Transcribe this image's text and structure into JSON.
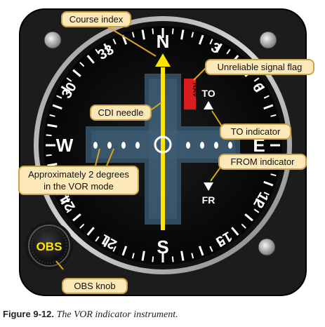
{
  "instrument": {
    "cardinal_labels": {
      "N": "N",
      "E": "E",
      "S": "S",
      "W": "W"
    },
    "heading_labels": [
      "3",
      "6",
      "12",
      "15",
      "21",
      "24",
      "30",
      "33"
    ],
    "nav_flag_text": "NAV",
    "to_label": "TO",
    "from_label": "FR",
    "obs_knob_label": "OBS"
  },
  "callouts": {
    "course_index": "Course index",
    "unreliable_flag": "Unreliable signal flag",
    "cdi_needle": "CDI needle",
    "to_indicator": "TO indicator",
    "from_indicator": "FROM indicator",
    "dots_line1": "Approximately 2 degrees",
    "dots_line2": "in the VOR mode",
    "obs_knob": "OBS knob"
  },
  "caption": {
    "figure": "Figure 9-12.",
    "text": "The VOR indicator instrument."
  },
  "colors": {
    "case": "#1a1a1a",
    "face": "#0d0d0d",
    "needle": "#ffe600",
    "flag": "#d81e1e",
    "callout_fill": "#fde9b8",
    "callout_border": "#c9a24a",
    "leader": "#d9a520"
  }
}
